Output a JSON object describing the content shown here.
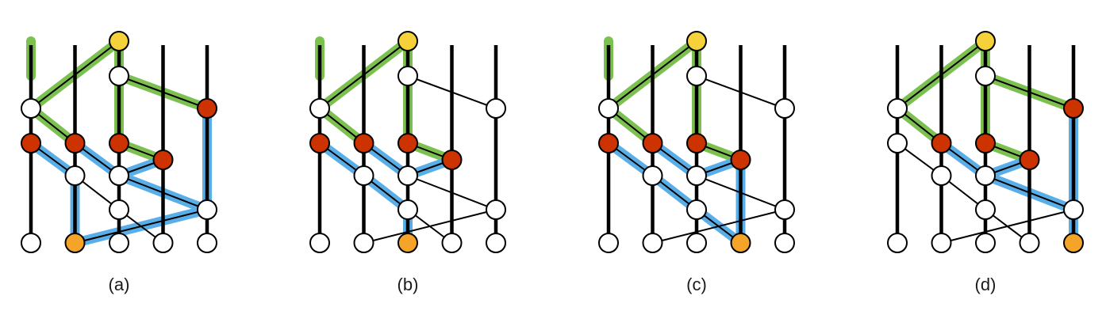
{
  "colors": {
    "wire": "#000000",
    "green_path": "#7cc14f",
    "blue_path": "#5aaee8",
    "node_default": "#ffffff",
    "node_red": "#cc3300",
    "node_yellow": "#f5d23a",
    "node_orange": "#f5a42a"
  },
  "panels": [
    {
      "caption": "(a)",
      "nodes": [
        {
          "c": 2,
          "r": 0,
          "fill": "yellow"
        },
        {
          "c": 2,
          "r": 1,
          "fill": "white"
        },
        {
          "c": 0,
          "r": 2,
          "fill": "white"
        },
        {
          "c": 4,
          "r": 2,
          "fill": "red"
        },
        {
          "c": 0,
          "r": 3,
          "fill": "red"
        },
        {
          "c": 1,
          "r": 3,
          "fill": "red"
        },
        {
          "c": 2,
          "r": 3,
          "fill": "red"
        },
        {
          "c": 3,
          "r": 4,
          "fill": "red"
        },
        {
          "c": 1,
          "r": 5,
          "fill": "white"
        },
        {
          "c": 2,
          "r": 5,
          "fill": "white"
        },
        {
          "c": 2,
          "r": 6,
          "fill": "white"
        },
        {
          "c": 4,
          "r": 6,
          "fill": "white"
        },
        {
          "c": 0,
          "r": 7,
          "fill": "white"
        },
        {
          "c": 1,
          "r": 7,
          "fill": "orange"
        },
        {
          "c": 2,
          "r": 7,
          "fill": "white"
        },
        {
          "c": 3,
          "r": 7,
          "fill": "white"
        },
        {
          "c": 4,
          "r": 7,
          "fill": "white"
        }
      ],
      "edges": [
        {
          "a": [
            2,
            0
          ],
          "b": [
            0,
            2
          ],
          "kind": "green"
        },
        {
          "a": [
            2,
            1
          ],
          "b": [
            4,
            2
          ],
          "kind": "green"
        },
        {
          "a": [
            0,
            2
          ],
          "b": [
            1,
            3
          ],
          "kind": "green"
        },
        {
          "a": [
            2,
            3
          ],
          "b": [
            3,
            4
          ],
          "kind": "green"
        },
        {
          "a": [
            0,
            3
          ],
          "b": [
            1,
            5
          ],
          "kind": "blue"
        },
        {
          "a": [
            1,
            3
          ],
          "b": [
            2,
            5
          ],
          "kind": "blue"
        },
        {
          "a": [
            2,
            5
          ],
          "b": [
            3,
            4
          ],
          "kind": "blue"
        },
        {
          "a": [
            2,
            5
          ],
          "b": [
            4,
            6
          ],
          "kind": "blue"
        },
        {
          "a": [
            1,
            7
          ],
          "b": [
            4,
            6
          ],
          "kind": "blue"
        },
        {
          "a": [
            1,
            5
          ],
          "b": [
            2,
            6
          ],
          "kind": "plain"
        },
        {
          "a": [
            2,
            6
          ],
          "b": [
            3,
            7
          ],
          "kind": "plain"
        }
      ],
      "overlays": [
        {
          "c": 0,
          "from": 0,
          "to": 1,
          "kind": "green"
        },
        {
          "c": 2,
          "from": 0,
          "to": 1,
          "kind": "green"
        },
        {
          "c": 2,
          "from": 1,
          "to": 3,
          "kind": "green"
        },
        {
          "c": 1,
          "from": 5,
          "to": 7,
          "kind": "blue"
        },
        {
          "c": 4,
          "from": 2,
          "to": 6,
          "kind": "blue"
        }
      ]
    },
    {
      "caption": "(b)",
      "nodes": [
        {
          "c": 2,
          "r": 0,
          "fill": "yellow"
        },
        {
          "c": 2,
          "r": 1,
          "fill": "white"
        },
        {
          "c": 0,
          "r": 2,
          "fill": "white"
        },
        {
          "c": 4,
          "r": 2,
          "fill": "white"
        },
        {
          "c": 0,
          "r": 3,
          "fill": "red"
        },
        {
          "c": 1,
          "r": 3,
          "fill": "red"
        },
        {
          "c": 2,
          "r": 3,
          "fill": "red"
        },
        {
          "c": 3,
          "r": 4,
          "fill": "red"
        },
        {
          "c": 1,
          "r": 5,
          "fill": "white"
        },
        {
          "c": 2,
          "r": 5,
          "fill": "white"
        },
        {
          "c": 2,
          "r": 6,
          "fill": "white"
        },
        {
          "c": 4,
          "r": 6,
          "fill": "white"
        },
        {
          "c": 0,
          "r": 7,
          "fill": "white"
        },
        {
          "c": 1,
          "r": 7,
          "fill": "white"
        },
        {
          "c": 2,
          "r": 7,
          "fill": "orange"
        },
        {
          "c": 3,
          "r": 7,
          "fill": "white"
        },
        {
          "c": 4,
          "r": 7,
          "fill": "white"
        }
      ],
      "edges": [
        {
          "a": [
            2,
            0
          ],
          "b": [
            0,
            2
          ],
          "kind": "green"
        },
        {
          "a": [
            0,
            2
          ],
          "b": [
            1,
            3
          ],
          "kind": "green"
        },
        {
          "a": [
            2,
            3
          ],
          "b": [
            3,
            4
          ],
          "kind": "green"
        },
        {
          "a": [
            0,
            3
          ],
          "b": [
            1,
            5
          ],
          "kind": "blue"
        },
        {
          "a": [
            1,
            5
          ],
          "b": [
            2,
            6
          ],
          "kind": "blue"
        },
        {
          "a": [
            1,
            3
          ],
          "b": [
            2,
            5
          ],
          "kind": "blue"
        },
        {
          "a": [
            2,
            5
          ],
          "b": [
            3,
            4
          ],
          "kind": "blue"
        },
        {
          "a": [
            2,
            1
          ],
          "b": [
            4,
            2
          ],
          "kind": "plain"
        },
        {
          "a": [
            2,
            5
          ],
          "b": [
            4,
            6
          ],
          "kind": "plain"
        },
        {
          "a": [
            2,
            6
          ],
          "b": [
            3,
            7
          ],
          "kind": "plain"
        },
        {
          "a": [
            1,
            7
          ],
          "b": [
            4,
            6
          ],
          "kind": "plain"
        }
      ],
      "overlays": [
        {
          "c": 0,
          "from": 0,
          "to": 1,
          "kind": "green"
        },
        {
          "c": 2,
          "from": 0,
          "to": 1,
          "kind": "green"
        },
        {
          "c": 2,
          "from": 1,
          "to": 3,
          "kind": "green"
        },
        {
          "c": 2,
          "from": 6,
          "to": 7,
          "kind": "blue"
        }
      ]
    },
    {
      "caption": "(c)",
      "nodes": [
        {
          "c": 2,
          "r": 0,
          "fill": "yellow"
        },
        {
          "c": 2,
          "r": 1,
          "fill": "white"
        },
        {
          "c": 0,
          "r": 2,
          "fill": "white"
        },
        {
          "c": 4,
          "r": 2,
          "fill": "white"
        },
        {
          "c": 0,
          "r": 3,
          "fill": "red"
        },
        {
          "c": 1,
          "r": 3,
          "fill": "red"
        },
        {
          "c": 2,
          "r": 3,
          "fill": "red"
        },
        {
          "c": 3,
          "r": 4,
          "fill": "red"
        },
        {
          "c": 1,
          "r": 5,
          "fill": "white"
        },
        {
          "c": 2,
          "r": 5,
          "fill": "white"
        },
        {
          "c": 2,
          "r": 6,
          "fill": "white"
        },
        {
          "c": 4,
          "r": 6,
          "fill": "white"
        },
        {
          "c": 0,
          "r": 7,
          "fill": "white"
        },
        {
          "c": 1,
          "r": 7,
          "fill": "white"
        },
        {
          "c": 2,
          "r": 7,
          "fill": "white"
        },
        {
          "c": 3,
          "r": 7,
          "fill": "orange"
        },
        {
          "c": 4,
          "r": 7,
          "fill": "white"
        }
      ],
      "edges": [
        {
          "a": [
            2,
            0
          ],
          "b": [
            0,
            2
          ],
          "kind": "green"
        },
        {
          "a": [
            0,
            2
          ],
          "b": [
            1,
            3
          ],
          "kind": "green"
        },
        {
          "a": [
            2,
            3
          ],
          "b": [
            3,
            4
          ],
          "kind": "green"
        },
        {
          "a": [
            0,
            3
          ],
          "b": [
            1,
            5
          ],
          "kind": "blue"
        },
        {
          "a": [
            1,
            5
          ],
          "b": [
            2,
            6
          ],
          "kind": "blue"
        },
        {
          "a": [
            2,
            6
          ],
          "b": [
            3,
            7
          ],
          "kind": "blue"
        },
        {
          "a": [
            1,
            3
          ],
          "b": [
            2,
            5
          ],
          "kind": "blue"
        },
        {
          "a": [
            2,
            5
          ],
          "b": [
            3,
            4
          ],
          "kind": "blue"
        },
        {
          "a": [
            2,
            1
          ],
          "b": [
            4,
            2
          ],
          "kind": "plain"
        },
        {
          "a": [
            2,
            5
          ],
          "b": [
            4,
            6
          ],
          "kind": "plain"
        },
        {
          "a": [
            1,
            7
          ],
          "b": [
            4,
            6
          ],
          "kind": "plain"
        }
      ],
      "overlays": [
        {
          "c": 0,
          "from": 0,
          "to": 1,
          "kind": "green"
        },
        {
          "c": 2,
          "from": 0,
          "to": 1,
          "kind": "green"
        },
        {
          "c": 2,
          "from": 1,
          "to": 3,
          "kind": "green"
        },
        {
          "c": 3,
          "from": 4,
          "to": 7,
          "kind": "blue"
        }
      ]
    },
    {
      "caption": "(d)",
      "nodes": [
        {
          "c": 2,
          "r": 0,
          "fill": "yellow"
        },
        {
          "c": 2,
          "r": 1,
          "fill": "white"
        },
        {
          "c": 0,
          "r": 2,
          "fill": "white"
        },
        {
          "c": 4,
          "r": 2,
          "fill": "red"
        },
        {
          "c": 0,
          "r": 3,
          "fill": "white"
        },
        {
          "c": 1,
          "r": 3,
          "fill": "red"
        },
        {
          "c": 2,
          "r": 3,
          "fill": "red"
        },
        {
          "c": 3,
          "r": 4,
          "fill": "red"
        },
        {
          "c": 1,
          "r": 5,
          "fill": "white"
        },
        {
          "c": 2,
          "r": 5,
          "fill": "white"
        },
        {
          "c": 2,
          "r": 6,
          "fill": "white"
        },
        {
          "c": 4,
          "r": 6,
          "fill": "white"
        },
        {
          "c": 0,
          "r": 7,
          "fill": "white"
        },
        {
          "c": 1,
          "r": 7,
          "fill": "white"
        },
        {
          "c": 2,
          "r": 7,
          "fill": "white"
        },
        {
          "c": 3,
          "r": 7,
          "fill": "white"
        },
        {
          "c": 4,
          "r": 7,
          "fill": "orange"
        }
      ],
      "edges": [
        {
          "a": [
            2,
            0
          ],
          "b": [
            0,
            2
          ],
          "kind": "green"
        },
        {
          "a": [
            2,
            1
          ],
          "b": [
            4,
            2
          ],
          "kind": "green"
        },
        {
          "a": [
            0,
            2
          ],
          "b": [
            1,
            3
          ],
          "kind": "green"
        },
        {
          "a": [
            2,
            3
          ],
          "b": [
            3,
            4
          ],
          "kind": "green"
        },
        {
          "a": [
            1,
            3
          ],
          "b": [
            2,
            5
          ],
          "kind": "blue"
        },
        {
          "a": [
            2,
            5
          ],
          "b": [
            3,
            4
          ],
          "kind": "blue"
        },
        {
          "a": [
            2,
            5
          ],
          "b": [
            4,
            6
          ],
          "kind": "blue"
        },
        {
          "a": [
            0,
            3
          ],
          "b": [
            1,
            5
          ],
          "kind": "plain"
        },
        {
          "a": [
            1,
            5
          ],
          "b": [
            2,
            6
          ],
          "kind": "plain"
        },
        {
          "a": [
            2,
            6
          ],
          "b": [
            3,
            7
          ],
          "kind": "plain"
        },
        {
          "a": [
            1,
            7
          ],
          "b": [
            4,
            6
          ],
          "kind": "plain"
        }
      ],
      "overlays": [
        {
          "c": 2,
          "from": 0,
          "to": 1,
          "kind": "green"
        },
        {
          "c": 2,
          "from": 1,
          "to": 3,
          "kind": "green"
        },
        {
          "c": 4,
          "from": 2,
          "to": 7,
          "kind": "blue"
        }
      ]
    }
  ]
}
